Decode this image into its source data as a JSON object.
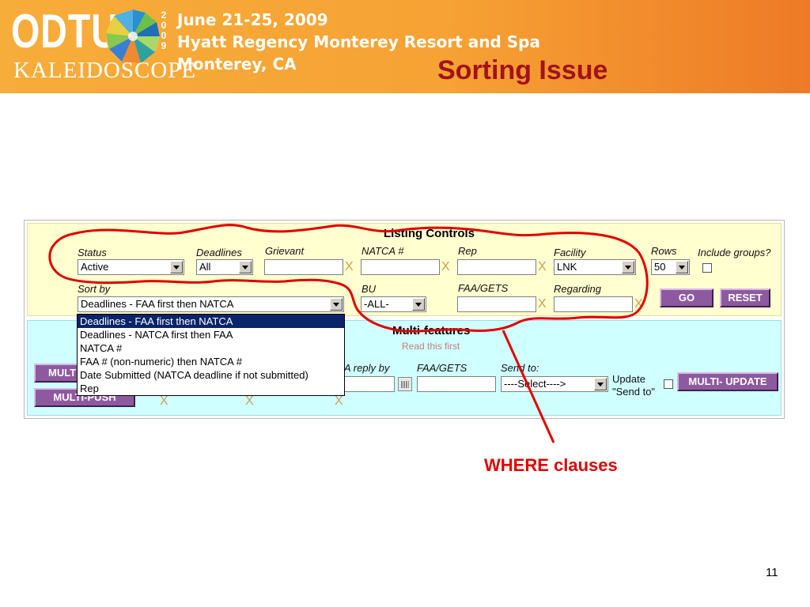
{
  "banner": {
    "logo_main": "ODTUG",
    "logo_sub": "KALEIDOSCOPE",
    "year_digits": [
      "2",
      "0",
      "0",
      "9"
    ],
    "event_date": "June 21-25, 2009",
    "event_venue": "Hyatt Regency Monterey Resort and Spa",
    "event_city": "Monterey, CA"
  },
  "slide_title": "Sorting Issue",
  "listing": {
    "title": "Listing Controls",
    "status_label": "Status",
    "status_value": "Active",
    "deadlines_label": "Deadlines",
    "deadlines_value": "All",
    "grievant_label": "Grievant",
    "natca_label": "NATCA #",
    "rep_label": "Rep",
    "facility_label": "Facility",
    "facility_value": "LNK",
    "rows_label": "Rows",
    "rows_value": "50",
    "include_groups_label": "Include groups?",
    "sortby_label": "Sort by",
    "sortby_value": "Deadlines - FAA first then NATCA",
    "bu_label": "BU",
    "bu_value": "-ALL-",
    "faagets_label": "FAA/GETS",
    "regarding_label": "Regarding",
    "clear_mark": "X",
    "go_label": "GO",
    "reset_label": "RESET"
  },
  "sort_options": [
    "Deadlines - FAA first then NATCA",
    "Deadlines - NATCA first then FAA",
    "NATCA #",
    "FAA # (non-numeric) then NATCA #",
    "Date Submitted (NATCA deadline if not submitted)",
    "Rep"
  ],
  "multi": {
    "title": "Multi-features",
    "read_first": "Read this first",
    "multi_btn_label": "MULTI",
    "multi_push_label": "MULTI-PUSH",
    "reply_by_label": "A reply by",
    "faagets_label": "FAA/GETS",
    "send_to_label": "Send to:",
    "send_to_value": "----Select---->",
    "update_label_line1": "Update",
    "update_label_line2": "\"Send to\"",
    "multi_update_label": "MULTI- UPDATE",
    "clear_mark": "X"
  },
  "annotation": {
    "text": "WHERE clauses",
    "color": "#e00000"
  },
  "page_number": "11",
  "colors": {
    "banner": "#f6a234",
    "title": "#a3121a",
    "listing_bg": "#ffffd0",
    "multi_bg": "#cfffff",
    "button": "#8e5a9f",
    "selected_option": "#0a246a"
  }
}
